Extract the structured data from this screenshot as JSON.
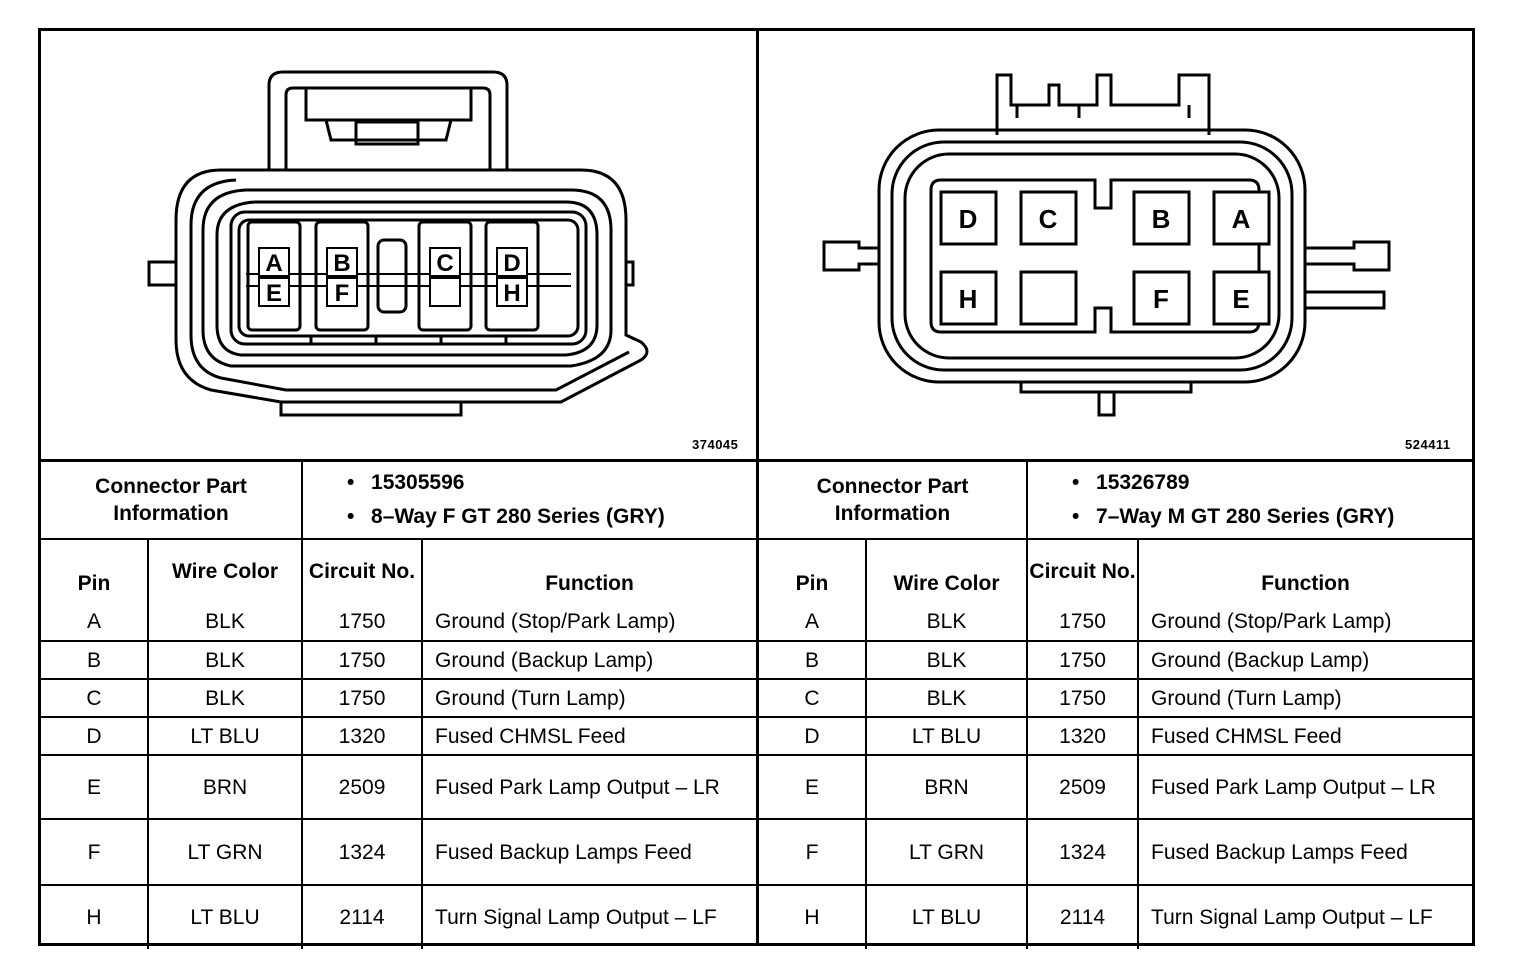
{
  "left": {
    "figure_number": "374045",
    "pins_upper": [
      "A",
      "B",
      "C",
      "D"
    ],
    "pins_lower": [
      "E",
      "F",
      "H"
    ],
    "part_info_label": "Connector Part Information",
    "part_info": [
      "15305596",
      "8–Way F GT 280 Series (GRY)"
    ],
    "headers": {
      "pin": "Pin",
      "wire": "Wire Color",
      "circuit": "Circuit No.",
      "function": "Function"
    },
    "rows": [
      {
        "pin": "A",
        "wire": "BLK",
        "circuit": "1750",
        "function": "Ground (Stop/Park Lamp)"
      },
      {
        "pin": "B",
        "wire": "BLK",
        "circuit": "1750",
        "function": "Ground (Backup Lamp)"
      },
      {
        "pin": "C",
        "wire": "BLK",
        "circuit": "1750",
        "function": "Ground (Turn Lamp)"
      },
      {
        "pin": "D",
        "wire": "LT BLU",
        "circuit": "1320",
        "function": "Fused CHMSL Feed"
      },
      {
        "pin": "E",
        "wire": "BRN",
        "circuit": "2509",
        "function": "Fused Park Lamp Output – LR"
      },
      {
        "pin": "F",
        "wire": "LT GRN",
        "circuit": "1324",
        "function": "Fused Backup Lamps Feed"
      },
      {
        "pin": "H",
        "wire": "LT BLU",
        "circuit": "2114",
        "function": "Turn Signal Lamp Output – LF"
      }
    ]
  },
  "right": {
    "figure_number": "524411",
    "pins_upper": [
      "D",
      "C",
      "B",
      "A"
    ],
    "pins_lower": [
      "H",
      "F",
      "E"
    ],
    "part_info_label": "Connector Part Information",
    "part_info": [
      "15326789",
      "7–Way M GT 280 Series (GRY)"
    ],
    "headers": {
      "pin": "Pin",
      "wire": "Wire Color",
      "circuit": "Circuit No.",
      "function": "Function"
    },
    "rows": [
      {
        "pin": "A",
        "wire": "BLK",
        "circuit": "1750",
        "function": "Ground (Stop/Park Lamp)"
      },
      {
        "pin": "B",
        "wire": "BLK",
        "circuit": "1750",
        "function": "Ground (Backup Lamp)"
      },
      {
        "pin": "C",
        "wire": "BLK",
        "circuit": "1750",
        "function": "Ground (Turn Lamp)"
      },
      {
        "pin": "D",
        "wire": "LT BLU",
        "circuit": "1320",
        "function": "Fused CHMSL Feed"
      },
      {
        "pin": "E",
        "wire": "BRN",
        "circuit": "2509",
        "function": "Fused Park Lamp Output – LR"
      },
      {
        "pin": "F",
        "wire": "LT GRN",
        "circuit": "1324",
        "function": "Fused Backup Lamps Feed"
      },
      {
        "pin": "H",
        "wire": "LT BLU",
        "circuit": "2114",
        "function": "Turn Signal Lamp Output – LF"
      }
    ]
  }
}
